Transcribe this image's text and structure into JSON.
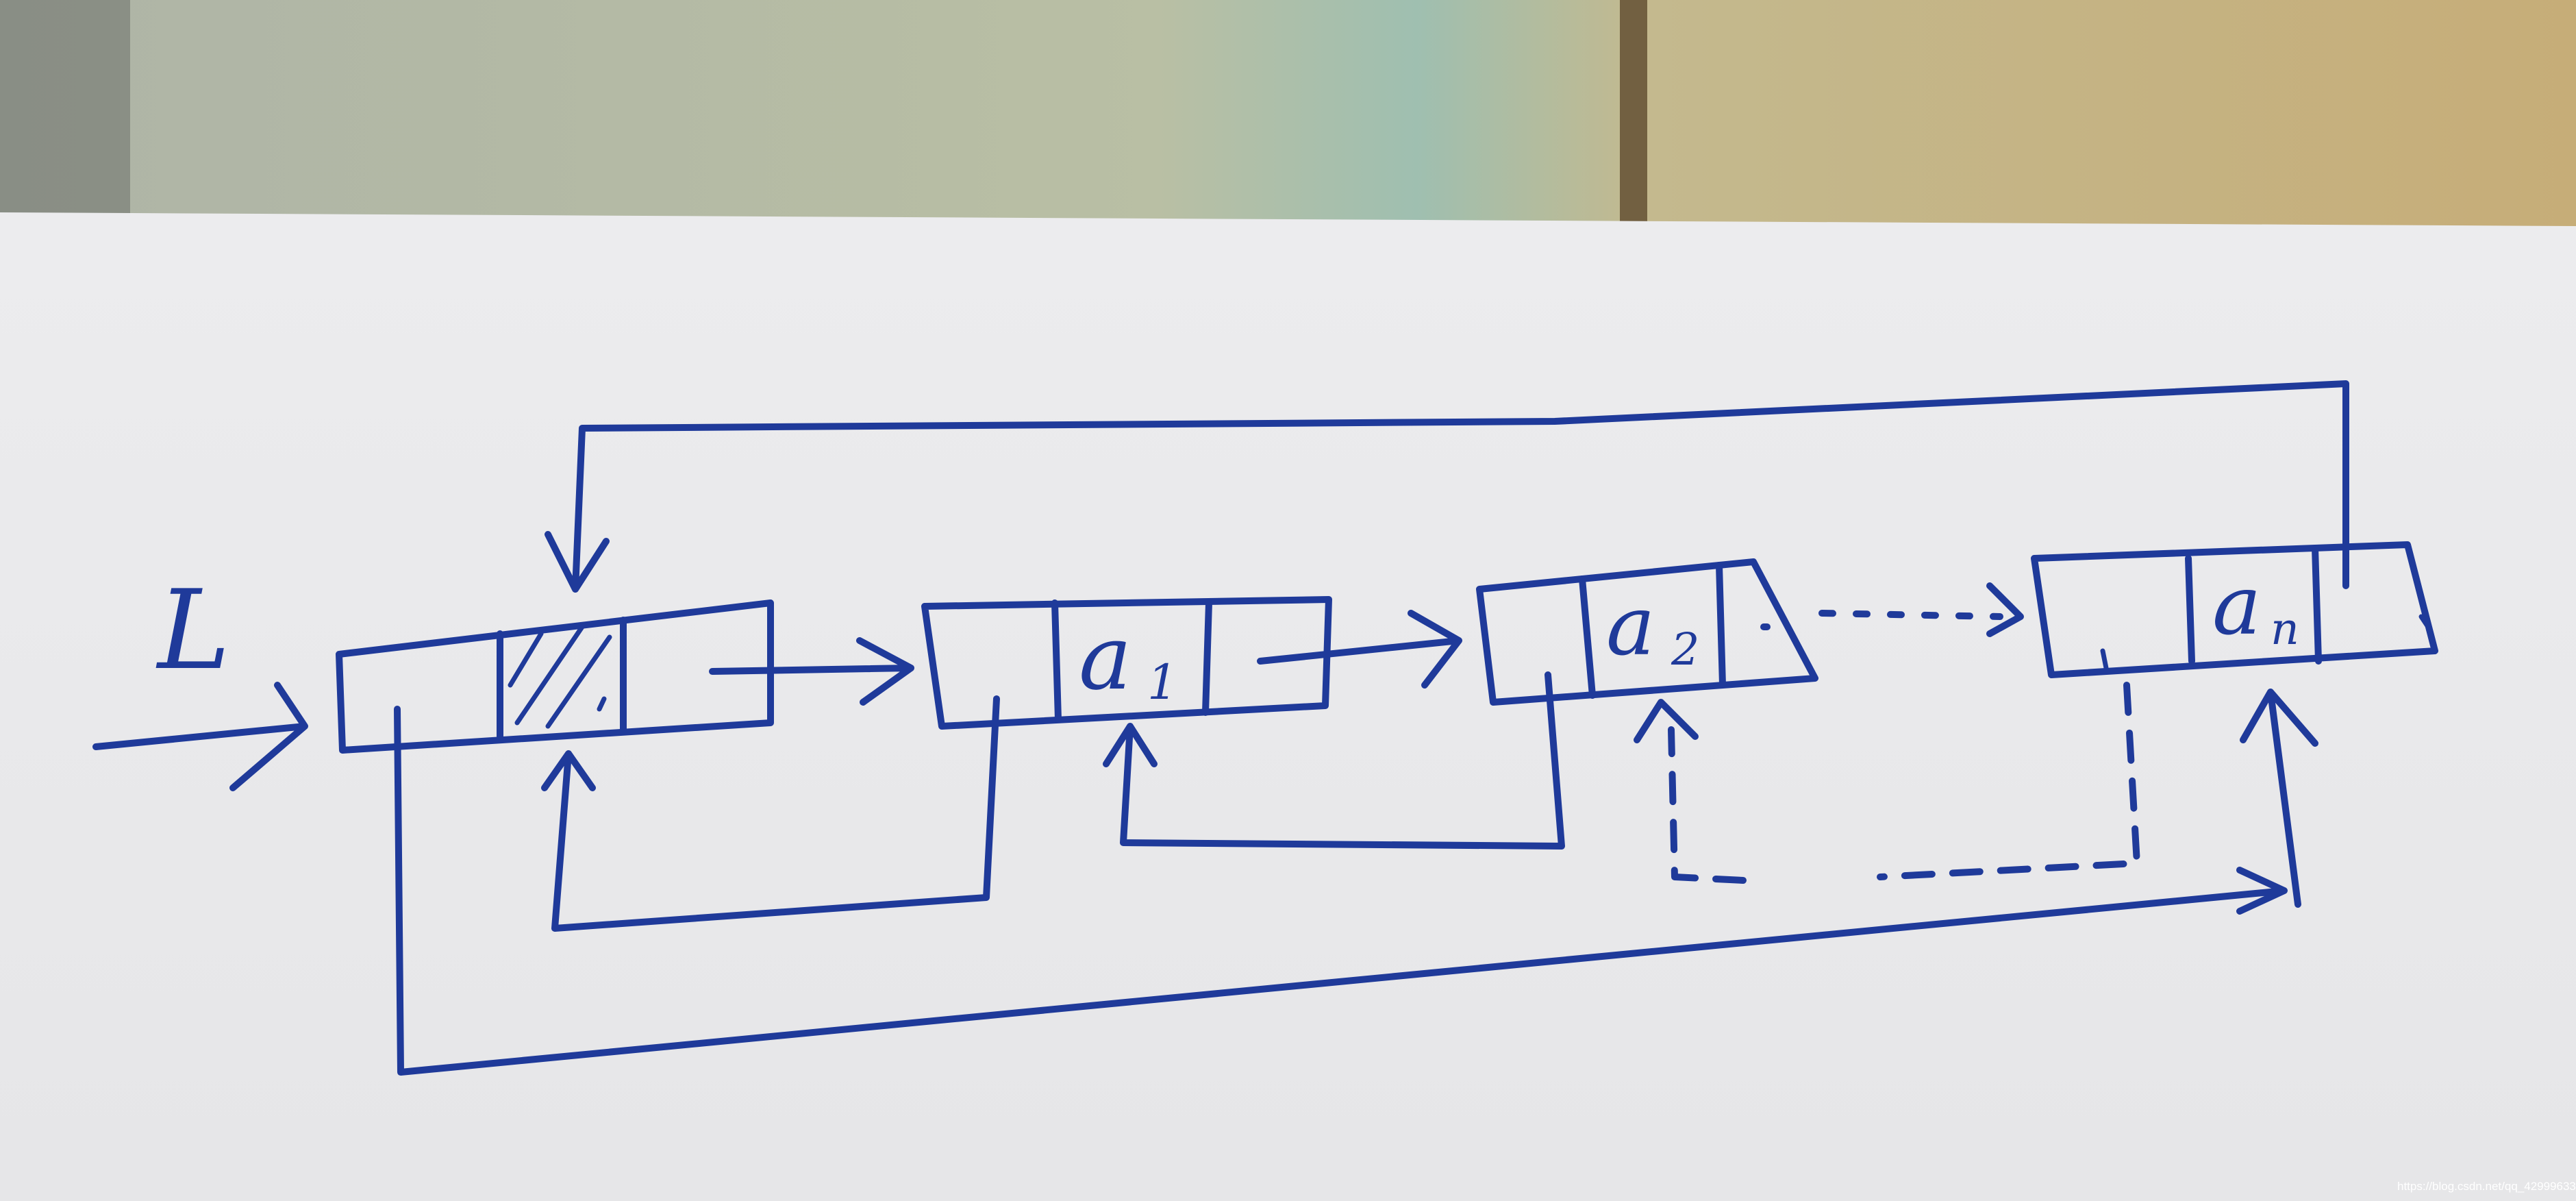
{
  "labels": {
    "list_head": "L",
    "node1_data": "a",
    "node1_sub": "1",
    "node2_data": "a",
    "node2_sub": "2",
    "node_last_data": "a",
    "node_last_sub": "n"
  },
  "watermark": "https://blog.csdn.net/qq_42999633",
  "colors": {
    "ink": "#1f3a9a",
    "paper": "#efeff0",
    "table_top": "#c8cbb8",
    "table_right": "#c9b27a"
  }
}
